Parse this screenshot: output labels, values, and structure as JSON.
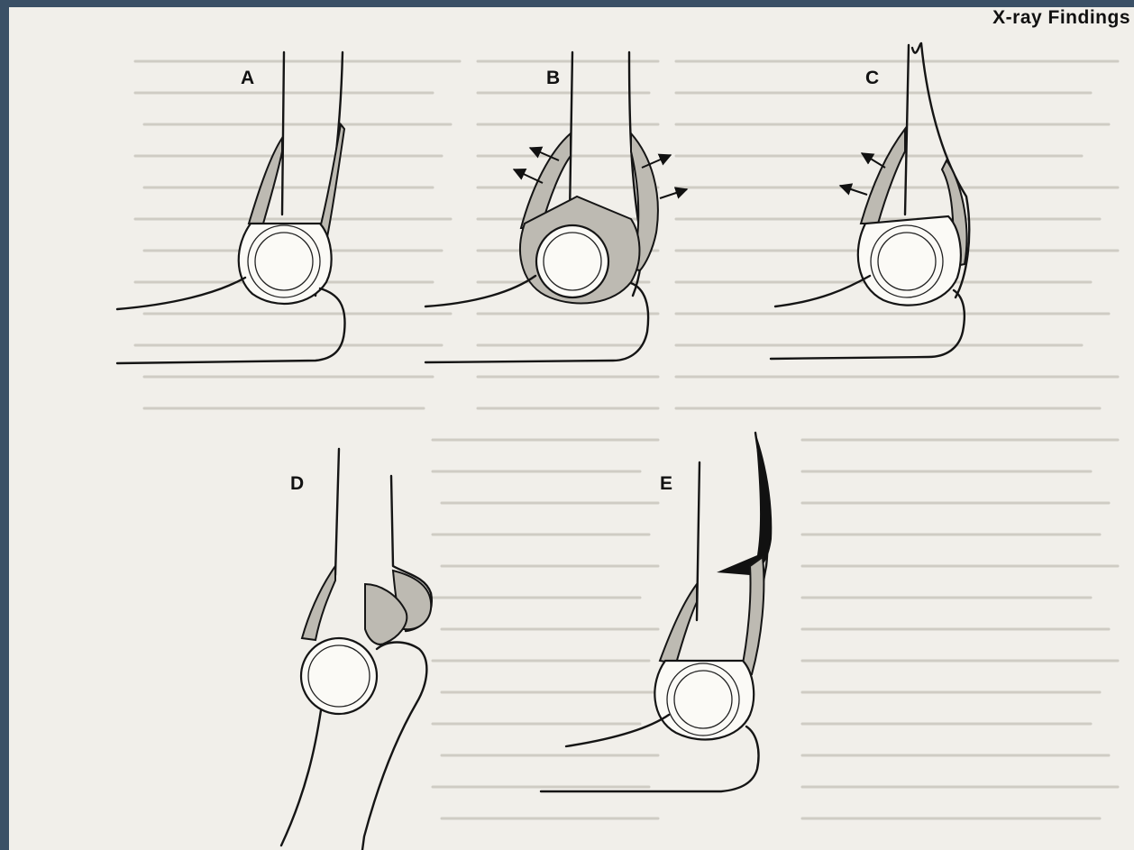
{
  "header": {
    "title": "X-ray Findings"
  },
  "panels": [
    {
      "label": "A"
    },
    {
      "label": "B"
    },
    {
      "label": "C"
    },
    {
      "label": "D"
    },
    {
      "label": "E"
    }
  ]
}
